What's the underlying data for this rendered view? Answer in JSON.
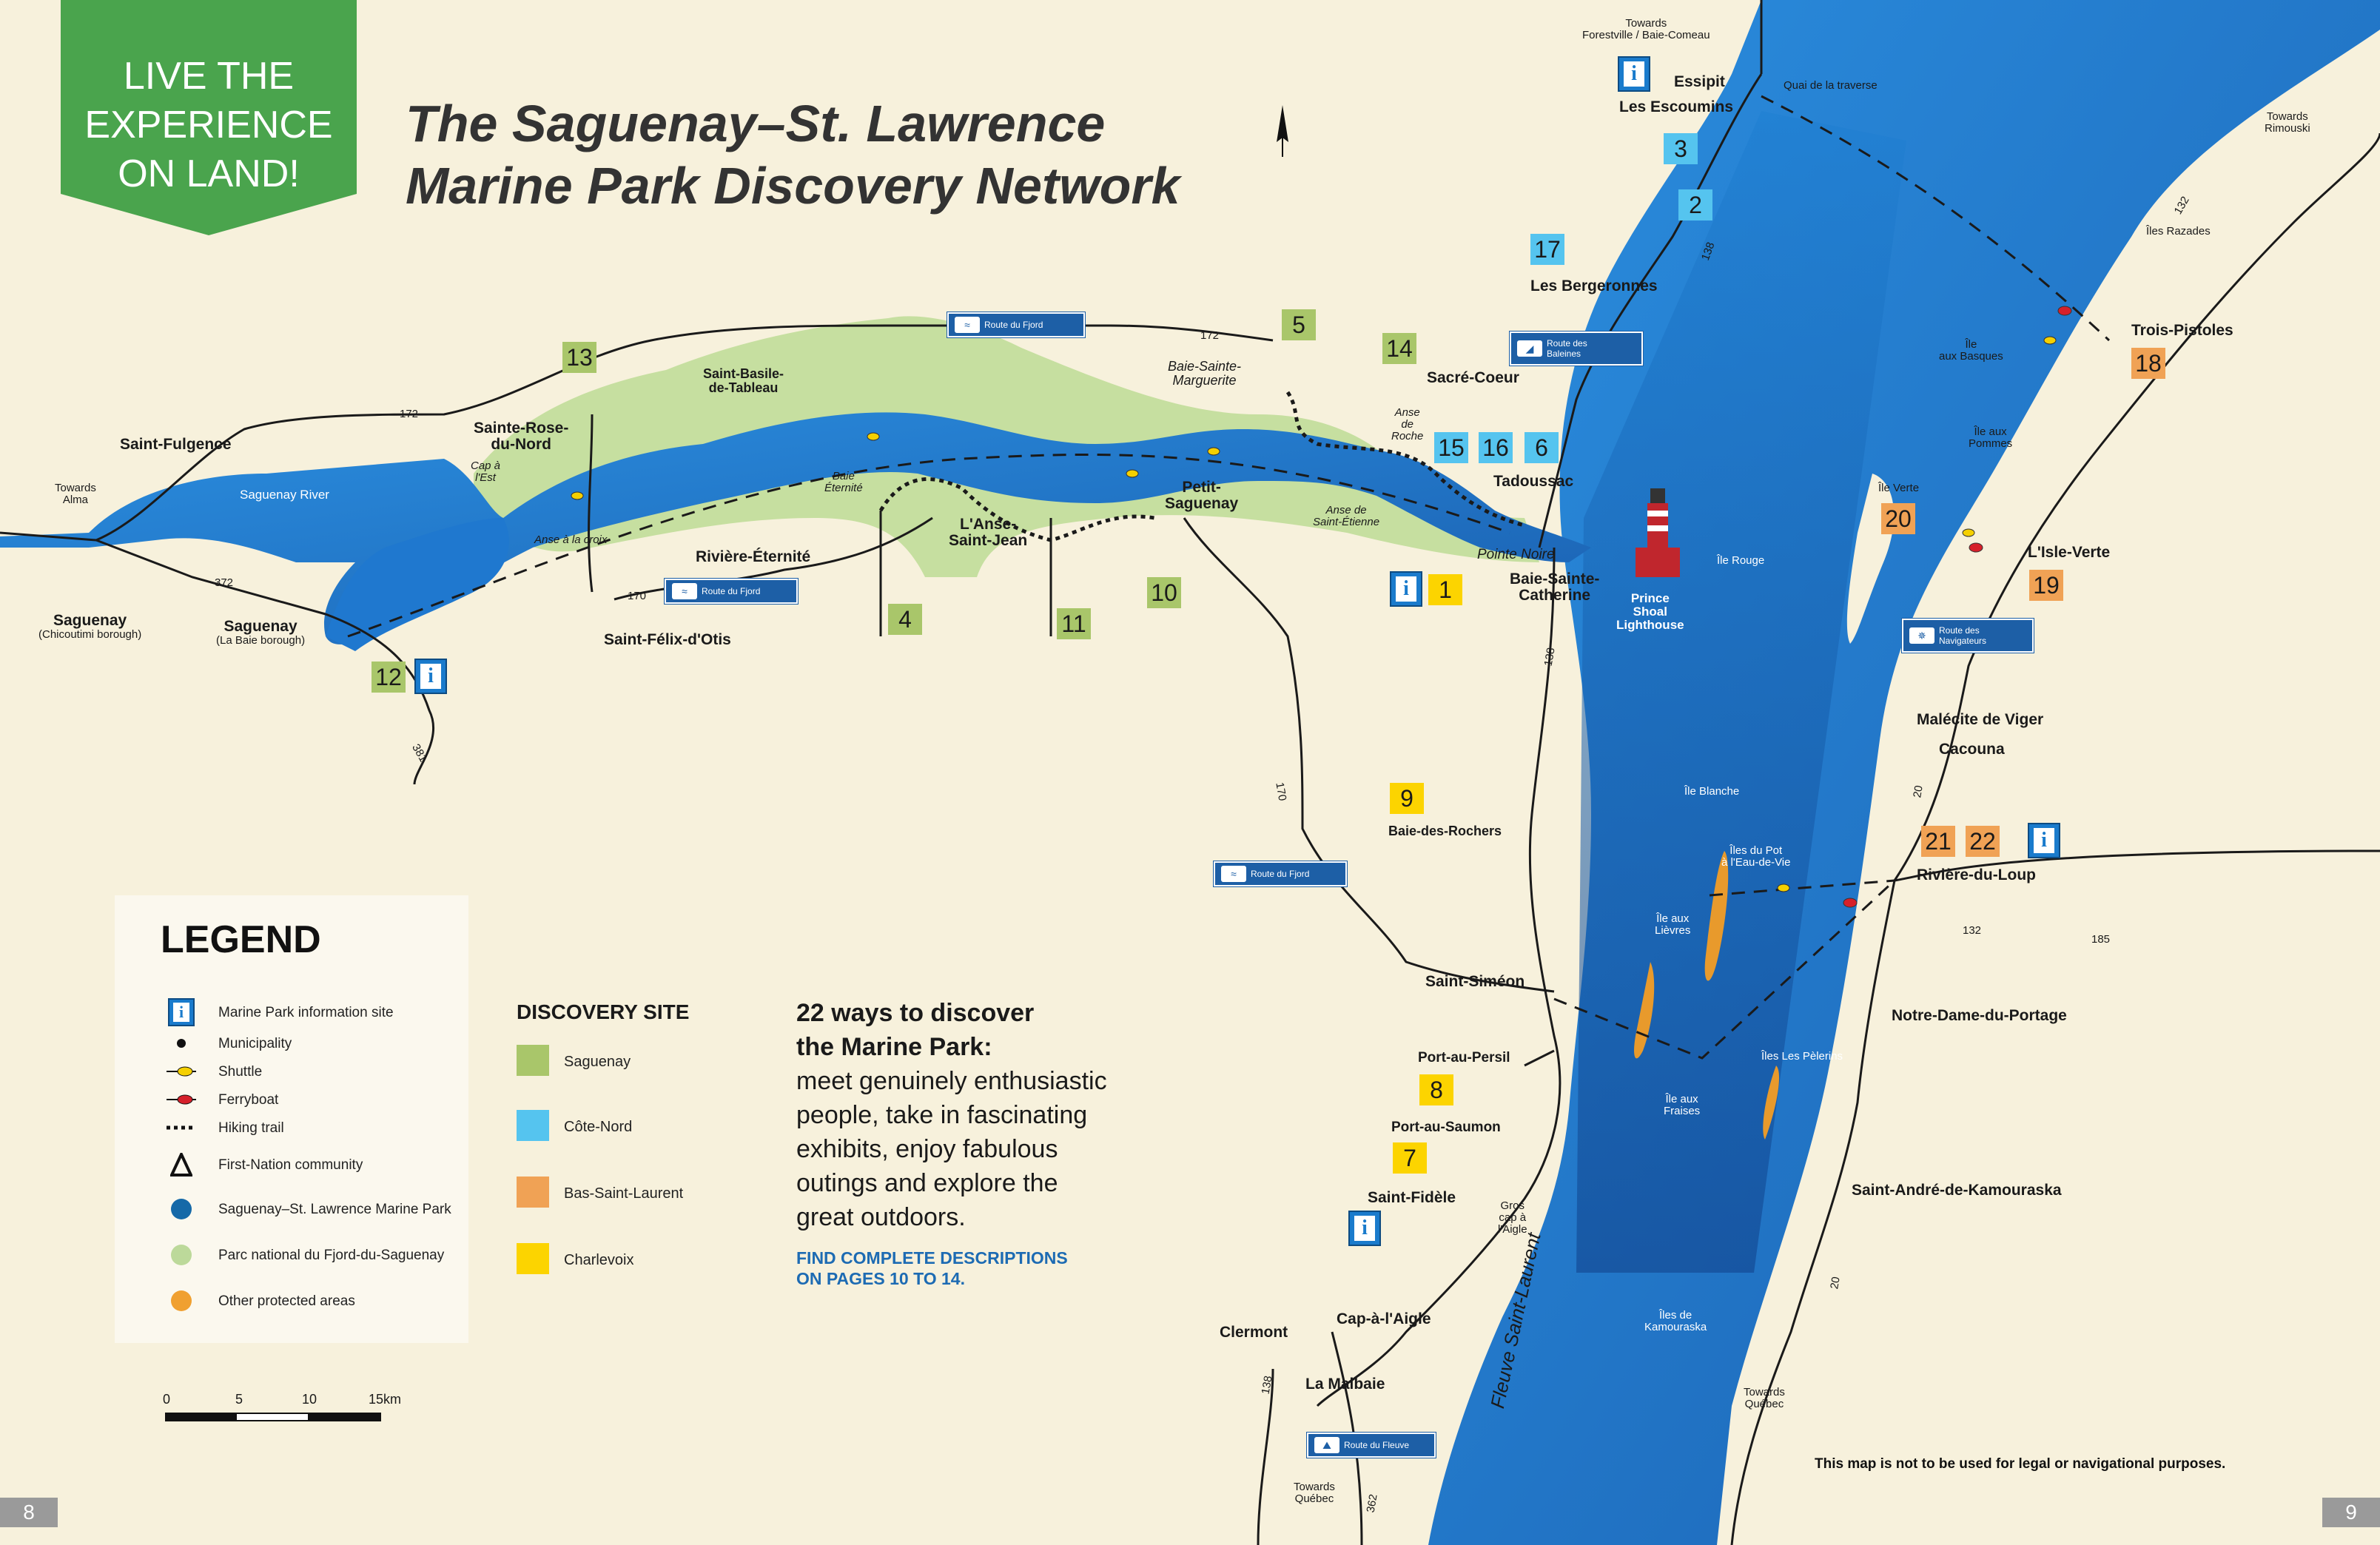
{
  "banner": {
    "line1": "LIVE THE",
    "line2": "EXPERIENCE",
    "line3": "ON LAND!"
  },
  "title": {
    "line1": "The Saguenay–St. Lawrence",
    "line2": "Marine Park Discovery Network"
  },
  "legend": {
    "heading": "LEGEND",
    "items": [
      {
        "label": "Marine Park information site",
        "icon": "info-icon"
      },
      {
        "label": "Municipality",
        "icon": "dot-icon"
      },
      {
        "label": "Shuttle",
        "icon": "shuttle-icon"
      },
      {
        "label": "Ferryboat",
        "icon": "ferry-icon"
      },
      {
        "label": "Hiking trail",
        "icon": "trail-icon"
      },
      {
        "label": "First-Nation community",
        "icon": "first-nation-icon"
      },
      {
        "label": "Saguenay–St. Lawrence Marine Park",
        "icon": "park-dot-icon",
        "color": "#1569a8"
      },
      {
        "label": "Parc national du Fjord-du-Saguenay",
        "icon": "fjord-park-icon",
        "color": "#bcd99a"
      },
      {
        "label": "Other protected areas",
        "icon": "protected-icon",
        "color": "#f0a030"
      }
    ]
  },
  "discovery": {
    "heading": "DISCOVERY SITE",
    "items": [
      {
        "label": "Saguenay",
        "color": "#a9c66a"
      },
      {
        "label": "Côte-Nord",
        "color": "#55c4ef"
      },
      {
        "label": "Bas-Saint-Laurent",
        "color": "#f0a255"
      },
      {
        "label": "Charlevoix",
        "color": "#fcd400"
      }
    ]
  },
  "ways": {
    "heading1": "22 ways to discover",
    "heading2": "the Marine Park:",
    "l1": "meet genuinely enthusiastic",
    "l2": "people, take in fascinating",
    "l3": "exhibits, enjoy fabulous",
    "l4": "outings and explore the",
    "l5": "great outdoors.",
    "find1": "FIND COMPLETE DESCRIPTIONS",
    "find2": "ON PAGES 10 TO 14."
  },
  "scale": {
    "t0": "0",
    "t5": "5",
    "t10": "10",
    "t15": "15km"
  },
  "disclaimer": "This map is not to be used for legal or navigational purposes.",
  "pages": {
    "left": "8",
    "right": "9"
  },
  "routes": {
    "fjord": "Route du Fjord",
    "baleines1": "Route des",
    "baleines2": "Baleines",
    "navig1": "Route des",
    "navig2": "Navigateurs",
    "fleuve": "Route du Fleuve"
  },
  "sites": {
    "s1": "1",
    "s2": "2",
    "s3": "3",
    "s4": "4",
    "s5": "5",
    "s6": "6",
    "s7": "7",
    "s8": "8",
    "s9": "9",
    "s10": "10",
    "s11": "11",
    "s12": "12",
    "s13": "13",
    "s14": "14",
    "s15": "15",
    "s16": "16",
    "s17": "17",
    "s18": "18",
    "s19": "19",
    "s20": "20",
    "s21": "21",
    "s22": "22"
  },
  "places": {
    "towards_forestville1": "Towards",
    "towards_forestville2": "Forestville / Baie-Comeau",
    "essipit": "Essipit",
    "escoumins": "Les Escoumins",
    "quai": "Quai de la traverse",
    "towards_rimouski1": "Towards",
    "towards_rimouski2": "Rimouski",
    "bergeronnes": "Les Bergeronnes",
    "iles_razades": "Îles Razades",
    "trois_pistoles": "Trois-Pistoles",
    "ile_basques1": "Île",
    "ile_basques2": "aux Basques",
    "sacre_coeur": "Sacré-Coeur",
    "ile_pommes1": "Île aux",
    "ile_pommes2": "Pommes",
    "tadoussac": "Tadoussac",
    "ile_verte": "Île Verte",
    "isle_verte": "L'Isle-Verte",
    "pointe_noire": "Pointe Noire",
    "baie_ste_cath1": "Baie-Sainte-",
    "baie_ste_cath2": "Catherine",
    "prince1": "Prince",
    "prince2": "Shoal",
    "prince3": "Lighthouse",
    "ile_rouge": "Île Rouge",
    "anse_roche1": "Anse",
    "anse_roche2": "de",
    "anse_roche3": "Roche",
    "baie_ste_marg1": "Baie-Sainte-",
    "baie_ste_marg2": "Marguerite",
    "anse_st_etienne1": "Anse de",
    "anse_st_etienne2": "Saint-Étienne",
    "petit_sag1": "Petit-",
    "petit_sag2": "Saguenay",
    "anse_st_jean1": "L'Anse-",
    "anse_st_jean2": "Saint-Jean",
    "baie_eternite1": "Baie",
    "baie_eternite2": "Éternité",
    "riviere_eternite": "Rivière-Éternité",
    "st_felix": "Saint-Félix-d'Otis",
    "st_basile1": "Saint-Basile-",
    "st_basile2": "de-Tableau",
    "ste_rose1": "Sainte-Rose-",
    "ste_rose2": "du-Nord",
    "cap_est1": "Cap à",
    "cap_est2": "l'Est",
    "anse_croix": "Anse à la croix",
    "st_fulgence": "Saint-Fulgence",
    "saguenay_river": "Saguenay River",
    "towards_alma1": "Towards",
    "towards_alma2": "Alma",
    "saguenay1": "Saguenay",
    "saguenay1b": "(Chicoutimi borough)",
    "saguenay2": "Saguenay",
    "saguenay2b": "(La Baie borough)",
    "malecite": "Malécite de Viger",
    "cacouna": "Cacouna",
    "ile_blanche": "Île Blanche",
    "baie_rochers": "Baie-des-Rochers",
    "riviere_loup": "Rivière-du-Loup",
    "iles_pot1": "Îles du Pot",
    "iles_pot2": "à l'Eau-de-Vie",
    "ile_lievres1": "Île aux",
    "ile_lievres2": "Lièvres",
    "st_simeon": "Saint-Siméon",
    "notre_dame": "Notre-Dame-du-Portage",
    "port_persil": "Port-au-Persil",
    "iles_pelerins": "Îles Les Pèlerins",
    "ile_fraises1": "Île aux",
    "ile_fraises2": "Fraises",
    "port_saumon": "Port-au-Saumon",
    "st_fidele": "Saint-Fidèle",
    "gros_cap1": "Gros",
    "gros_cap2": "cap à",
    "gros_cap3": "l'Aigle",
    "st_andre": "Saint-André-de-Kamouraska",
    "fleuve": "Fleuve Saint-Laurent",
    "iles_kamouraska1": "Îles de",
    "iles_kamouraska2": "Kamouraska",
    "cap_aigle": "Cap-à-l'Aigle",
    "clermont": "Clermont",
    "malbaie": "La Malbaie",
    "towards_quebec1": "Towards",
    "towards_quebec2": "Québec",
    "towards_quebec3": "Towards",
    "towards_quebec4": "Québec"
  },
  "roads": {
    "r138a": "138",
    "r172a": "172",
    "r172b": "172",
    "r372": "372",
    "r170a": "170",
    "r170b": "170",
    "r381": "381",
    "r138b": "138",
    "r138c": "138",
    "r362": "362",
    "r132a": "132",
    "r132b": "132",
    "r20a": "20",
    "r20b": "20",
    "r185": "185"
  }
}
